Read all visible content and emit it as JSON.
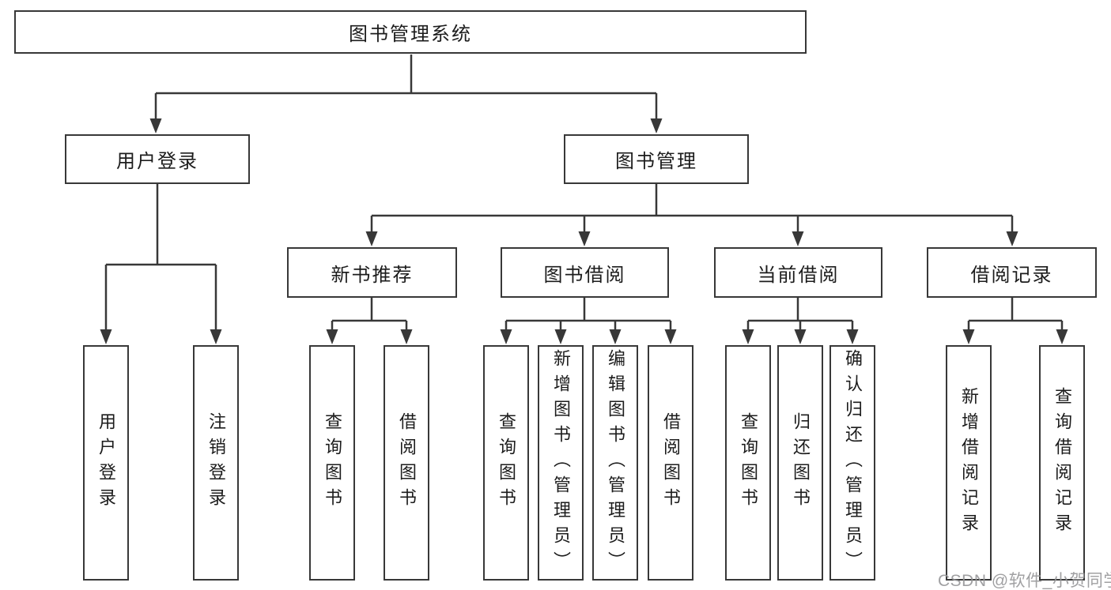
{
  "diagram": {
    "colors": {
      "line": "#383838",
      "box_border": "#383838",
      "text": "#1c1c1c",
      "background": "#ffffff",
      "watermark_text_color": "#969698"
    },
    "tree": {
      "root": {
        "label": "图书管理系统",
        "children": [
          {
            "label": "用户登录",
            "children": [
              {
                "label": "用户登录"
              },
              {
                "label": "注销登录"
              }
            ]
          },
          {
            "label": "图书管理",
            "children": [
              {
                "label": "新书推荐",
                "children": [
                  {
                    "label": "查询图书"
                  },
                  {
                    "label": "借阅图书"
                  }
                ]
              },
              {
                "label": "图书借阅",
                "children": [
                  {
                    "label": "查询图书"
                  },
                  {
                    "label": "新增图书（管理员）"
                  },
                  {
                    "label": "编辑图书（管理员）"
                  },
                  {
                    "label": "借阅图书"
                  }
                ]
              },
              {
                "label": "当前借阅",
                "children": [
                  {
                    "label": "查询图书"
                  },
                  {
                    "label": "归还图书"
                  },
                  {
                    "label": "确认归还（管理员）"
                  }
                ]
              },
              {
                "label": "借阅记录",
                "children": [
                  {
                    "label": "新增借阅记录"
                  },
                  {
                    "label": "查询借阅记录"
                  }
                ]
              }
            ]
          }
        ]
      }
    }
  },
  "watermark": {
    "text": "CSDN @软件_小贺同学"
  }
}
